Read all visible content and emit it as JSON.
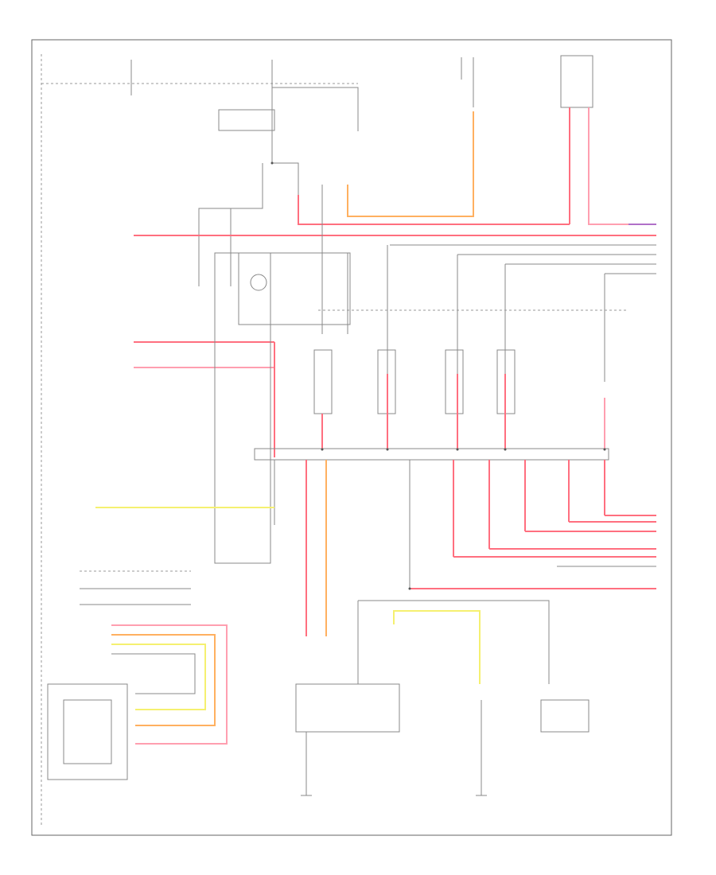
{
  "diagram": {
    "footer_code": "",
    "fuse_labels": [
      {
        "name": "fuse-battery-left",
        "text": ""
      },
      {
        "name": "fuse-ign-center",
        "text": ""
      },
      {
        "name": "fuse-right-group",
        "text": ""
      }
    ],
    "component_labels": [
      {
        "name": "label-top-center-left",
        "text": ""
      },
      {
        "name": "label-top-center-right",
        "text": ""
      },
      {
        "name": "label-top-right",
        "text": ""
      },
      {
        "name": "label-mid-module",
        "text": ""
      },
      {
        "name": "label-right-module",
        "text": ""
      },
      {
        "name": "label-lower-module",
        "text": ""
      },
      {
        "name": "label-bottom-left-switch",
        "text": ""
      },
      {
        "name": "label-bottom-center",
        "text": ""
      },
      {
        "name": "label-bottom-right",
        "text": ""
      }
    ],
    "legend_items": [
      "",
      "",
      "",
      "",
      ""
    ],
    "colors": {
      "red": "#ff6f7f",
      "pink": "#ff9fb0",
      "orange": "#ffb060",
      "yellow": "#f5f070",
      "purple": "#b070c8",
      "black": "#888888"
    }
  }
}
